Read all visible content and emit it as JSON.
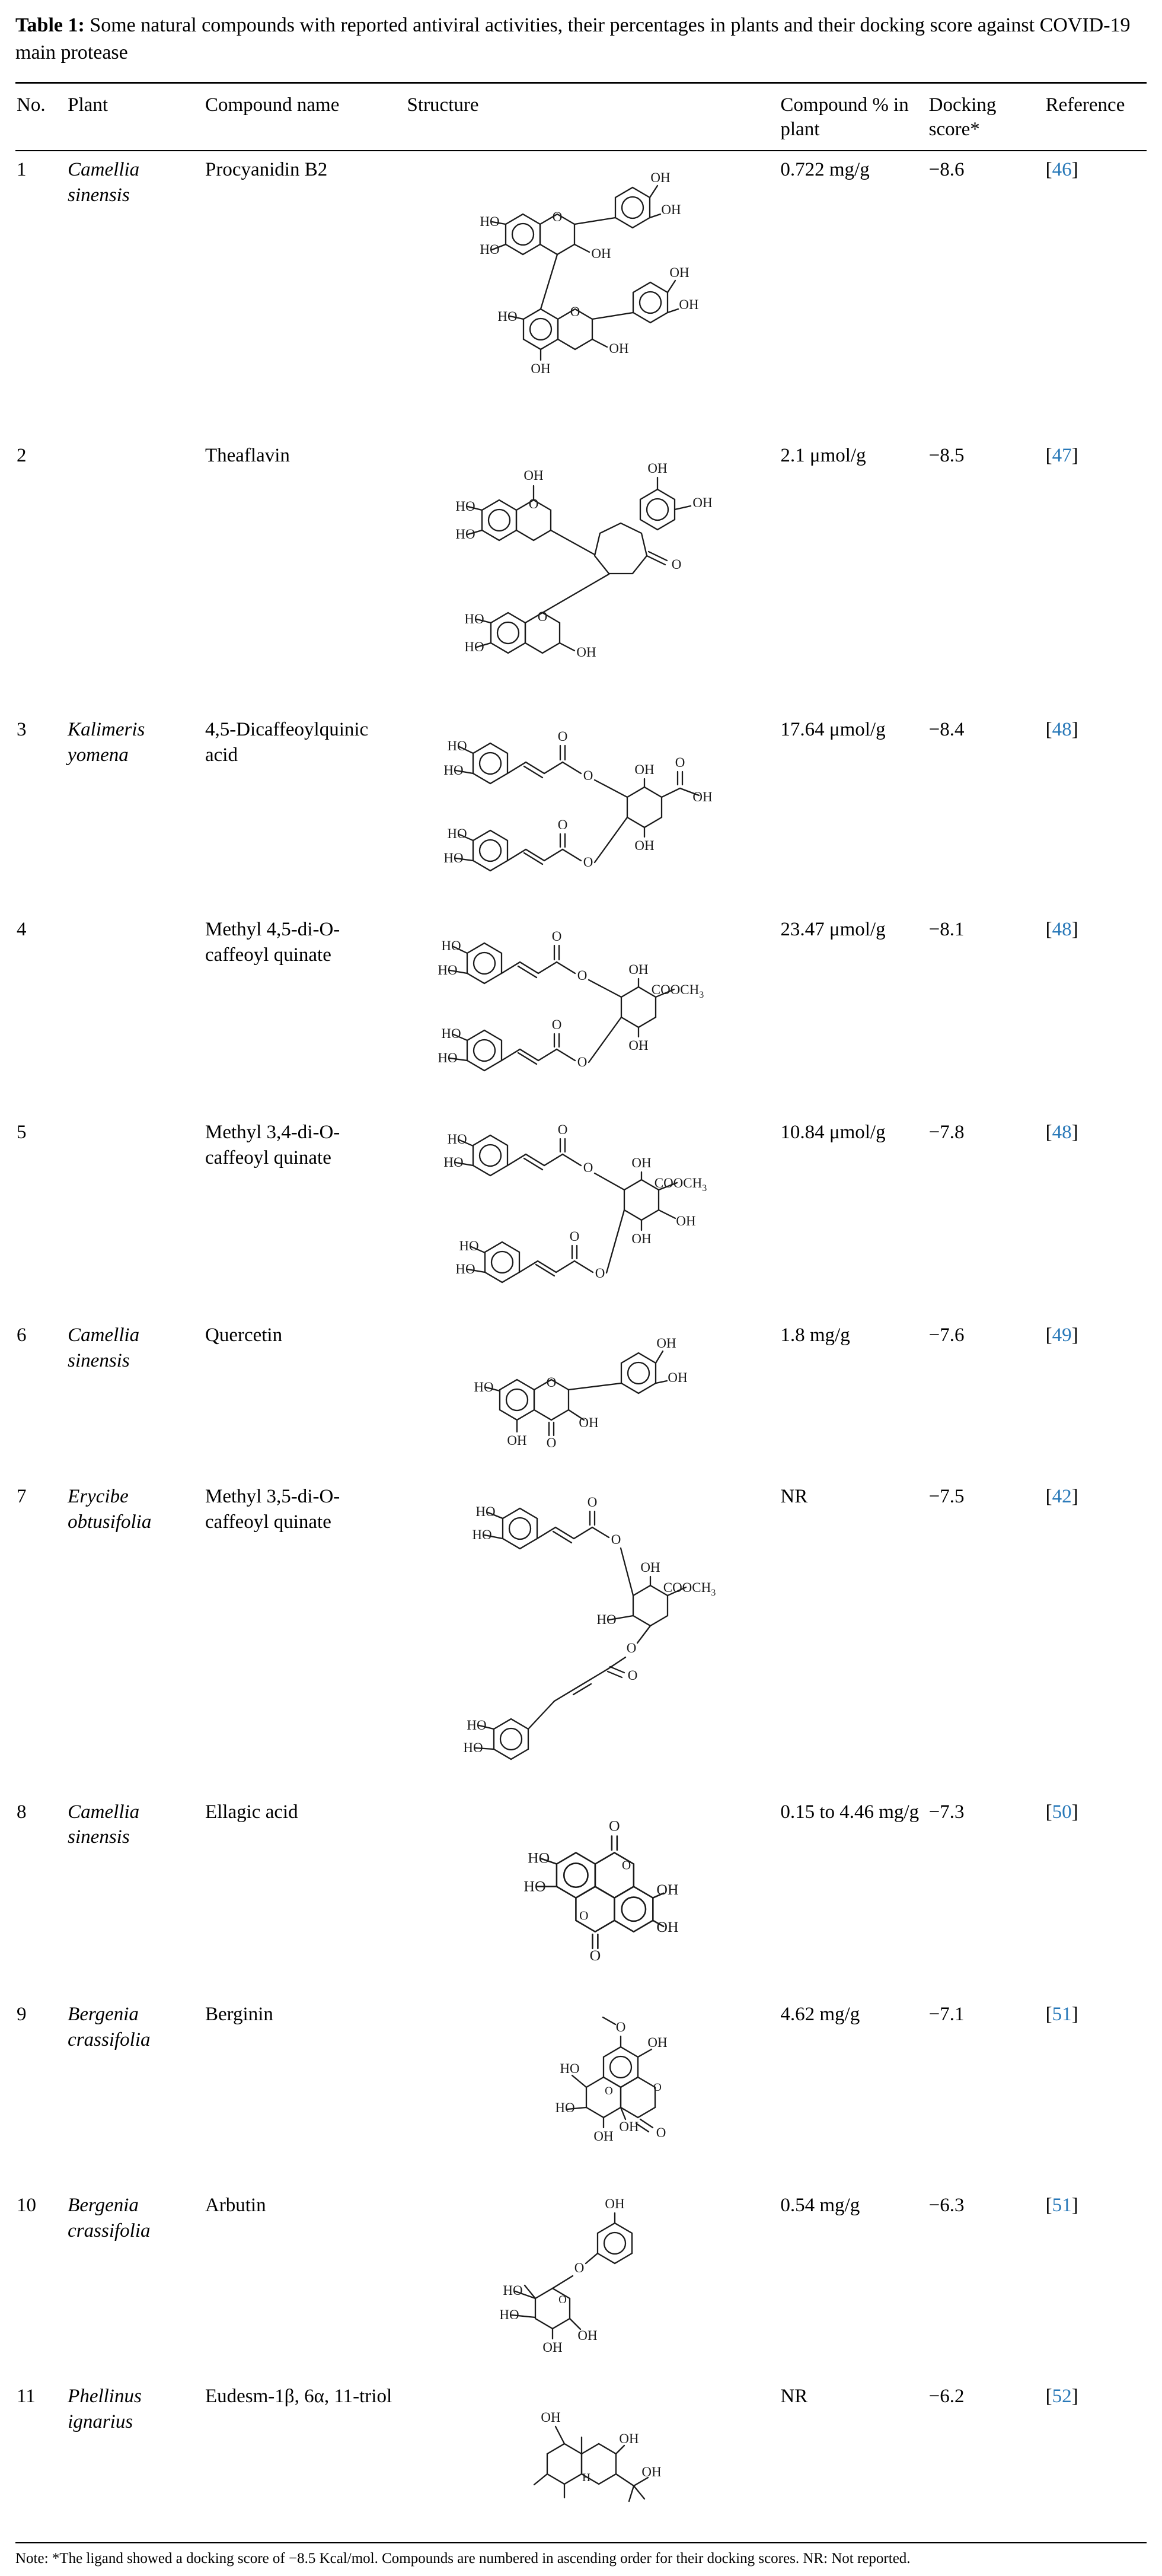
{
  "caption": {
    "label": "Table 1:",
    "text": "Some natural compounds with reported antiviral activities, their percentages in plants and their docking score against COVID-19 main protease"
  },
  "colors": {
    "reference_link": "#2878b8"
  },
  "table": {
    "headers": {
      "no": "No.",
      "plant": "Plant",
      "compound": "Compound name",
      "structure": "Structure",
      "percent": "Compound % in plant",
      "docking": "Docking score*",
      "reference": "Reference"
    },
    "rows": [
      {
        "no": "1",
        "plant": "Camellia sinensis",
        "compound": "Procyanidin B2",
        "structure": "procyanidin-b2-structure",
        "percent": "0.722 mg/g",
        "docking": "−8.6",
        "ref_open": "[",
        "ref_num": "46",
        "ref_close": "]"
      },
      {
        "no": "2",
        "plant": "",
        "compound": "Theaflavin",
        "structure": "theaflavin-structure",
        "percent": "2.1 μmol/g",
        "docking": "−8.5",
        "ref_open": "[",
        "ref_num": "47",
        "ref_close": "]"
      },
      {
        "no": "3",
        "plant": "Kalimeris yomena",
        "compound": "4,5-Dicaffeoylquinic acid",
        "structure": "dicaffeoylquinic-acid-structure",
        "percent": "17.64 μmol/g",
        "docking": "−8.4",
        "ref_open": "[",
        "ref_num": "48",
        "ref_close": "]"
      },
      {
        "no": "4",
        "plant": "",
        "compound": "Methyl 4,5-di-O-caffeoyl quinate",
        "structure": "methyl-45-di-o-caffeoyl-quinate-structure",
        "percent": "23.47 μmol/g",
        "docking": "−8.1",
        "ref_open": "[",
        "ref_num": "48",
        "ref_close": "]"
      },
      {
        "no": "5",
        "plant": "",
        "compound": "Methyl 3,4-di-O-caffeoyl quinate",
        "structure": "methyl-34-di-o-caffeoyl-quinate-structure",
        "percent": "10.84 μmol/g",
        "docking": "−7.8",
        "ref_open": "[",
        "ref_num": "48",
        "ref_close": "]"
      },
      {
        "no": "6",
        "plant": "Camellia sinensis",
        "compound": "Quercetin",
        "structure": "quercetin-structure",
        "percent": "1.8 mg/g",
        "docking": "−7.6",
        "ref_open": "[",
        "ref_num": "49",
        "ref_close": "]"
      },
      {
        "no": "7",
        "plant": "Erycibe obtusifolia",
        "compound": "Methyl 3,5-di-O-caffeoyl quinate",
        "structure": "methyl-35-di-o-caffeoyl-quinate-structure",
        "percent": "NR",
        "docking": "−7.5",
        "ref_open": "[",
        "ref_num": "42",
        "ref_close": "]"
      },
      {
        "no": "8",
        "plant": "Camellia sinensis",
        "compound": "Ellagic acid",
        "structure": "ellagic-acid-structure",
        "percent": "0.15 to 4.46 mg/g",
        "docking": "−7.3",
        "ref_open": "[",
        "ref_num": "50",
        "ref_close": "]"
      },
      {
        "no": "9",
        "plant": "Bergenia crassifolia",
        "compound": "Berginin",
        "structure": "berginin-structure",
        "percent": "4.62 mg/g",
        "docking": "−7.1",
        "ref_open": "[",
        "ref_num": "51",
        "ref_close": "]"
      },
      {
        "no": "10",
        "plant": "Bergenia crassifolia",
        "compound": "Arbutin",
        "structure": "arbutin-structure",
        "percent": "0.54 mg/g",
        "docking": "−6.3",
        "ref_open": "[",
        "ref_num": "51",
        "ref_close": "]"
      },
      {
        "no": "11",
        "plant": "Phellinus ignarius",
        "compound": "Eudesm-1β, 6α, 11-triol",
        "structure": "eudesm-triol-structure",
        "percent": "NR",
        "docking": "−6.2",
        "ref_open": "[",
        "ref_num": "52",
        "ref_close": "]"
      }
    ]
  },
  "note": "Note: *The ligand showed a docking score of −8.5 Kcal/mol. Compounds are numbered in ascending order for their docking scores. NR: Not reported."
}
